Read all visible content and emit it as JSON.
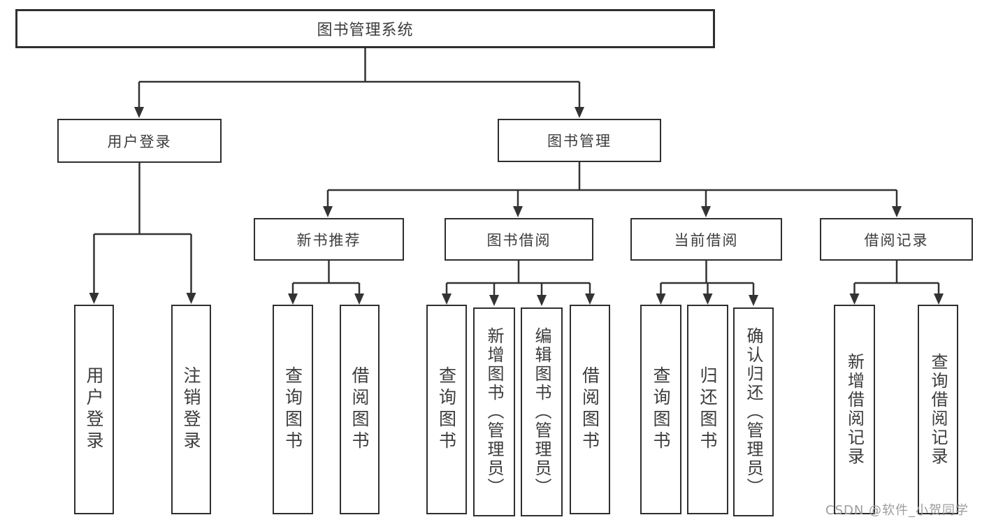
{
  "tree": {
    "label": "图书管理系统",
    "children": [
      {
        "label": "用户登录",
        "children": [
          {
            "label": "用户登录"
          },
          {
            "label": "注销登录"
          }
        ]
      },
      {
        "label": "图书管理",
        "children": [
          {
            "label": "新书推荐",
            "children": [
              {
                "label": "查询图书"
              },
              {
                "label": "借阅图书"
              }
            ]
          },
          {
            "label": "图书借阅",
            "children": [
              {
                "label": "查询图书"
              },
              {
                "label": "新增图书（管理员）"
              },
              {
                "label": "编辑图书（管理员）"
              },
              {
                "label": "借阅图书"
              }
            ]
          },
          {
            "label": "当前借阅",
            "children": [
              {
                "label": "查询图书"
              },
              {
                "label": "归还图书"
              },
              {
                "label": "确认归还（管理员）"
              }
            ]
          },
          {
            "label": "借阅记录",
            "children": [
              {
                "label": "新增借阅记录"
              },
              {
                "label": "查询借阅记录"
              }
            ]
          }
        ]
      }
    ]
  },
  "watermark": {
    "text": "CSDN @软件_小贺同学"
  },
  "colors": {
    "line": "#333333",
    "box_border": "#2f2f2f",
    "text": "#3c3c3c",
    "watermark": "#9c9c9c",
    "background": "#ffffff"
  }
}
